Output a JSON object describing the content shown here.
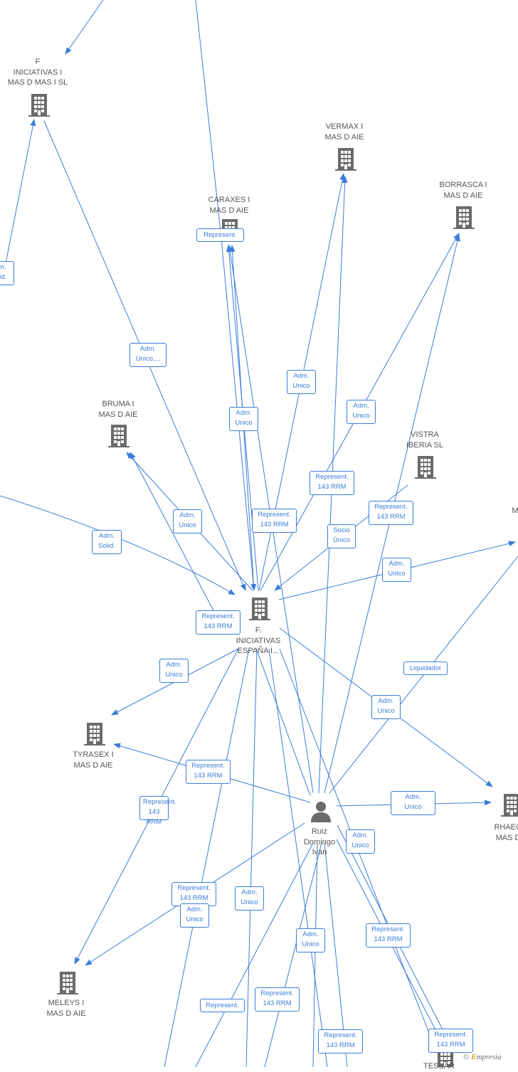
{
  "colors": {
    "edge": "#3b7dd8",
    "icon": "#6b6b6b",
    "label_text": "#555555",
    "brand_accent": "#f29a0d"
  },
  "nodes": [
    {
      "id": "fim",
      "label": "F\nINICIATIVAS I\nMAS D MAS I SL",
      "icon": "building-icon"
    },
    {
      "id": "vermax",
      "label": "VERMAX I\nMAS D  AIE",
      "icon": "building-icon"
    },
    {
      "id": "caraxes",
      "label": "CARAXES I\nMAS D  AIE",
      "icon": "building-icon"
    },
    {
      "id": "borrasca",
      "label": "BORRASCA I\nMAS D  AIE",
      "icon": "building-icon"
    },
    {
      "id": "bruma",
      "label": "BRUMA I\nMAS D  AIE",
      "icon": "building-icon"
    },
    {
      "id": "vistra",
      "label": "VISTRA\nIBERIA  SL",
      "icon": "building-icon"
    },
    {
      "id": "fie",
      "label": "F.\nINICIATIVAS\nESPAÑA I...",
      "icon": "building-icon"
    },
    {
      "id": "tyrasex",
      "label": "TYRASEX I\nMAS D  AIE",
      "icon": "building-icon"
    },
    {
      "id": "ruiz",
      "label": "Ruiz\nDomingo\nIvan",
      "icon": "person-icon"
    },
    {
      "id": "rhaeg",
      "label": "RHAEG\nMAS D",
      "icon": "building-icon"
    },
    {
      "id": "meleys",
      "label": "MELEYS I\nMAS D  AIE",
      "icon": "building-icon"
    },
    {
      "id": "tessar",
      "label": "TESSAR",
      "icon": "building-icon"
    },
    {
      "id": "m_right",
      "label": "M",
      "icon": "none"
    }
  ],
  "edge_labels": [
    {
      "id": "l01",
      "text": "m.\nlid."
    },
    {
      "id": "l02",
      "text": "Represent."
    },
    {
      "id": "l03",
      "text": "Adm.\nUnico,..."
    },
    {
      "id": "l04",
      "text": "Adm.\nUnico"
    },
    {
      "id": "l05",
      "text": "Adm.\nUnico"
    },
    {
      "id": "l06",
      "text": "Adm.\nUnico"
    },
    {
      "id": "l07",
      "text": "Represent.\n143 RRM"
    },
    {
      "id": "l08",
      "text": "Represent.\n143 RRM"
    },
    {
      "id": "l09",
      "text": "Represent.\n143 RRM"
    },
    {
      "id": "l10",
      "text": "Adm.\nUnico"
    },
    {
      "id": "l11",
      "text": "Socio\nÚnico"
    },
    {
      "id": "l12",
      "text": "Adm.\nSolid."
    },
    {
      "id": "l13",
      "text": "Adm.\nUnico"
    },
    {
      "id": "l14",
      "text": "Represent.\n143 RRM"
    },
    {
      "id": "l15",
      "text": "Adm.\nUnico"
    },
    {
      "id": "l16",
      "text": "Liquidador"
    },
    {
      "id": "l17",
      "text": "Adm.\nUnico"
    },
    {
      "id": "l18",
      "text": "Represent.\n143 RRM"
    },
    {
      "id": "l19",
      "text": "Adm.\nUnico"
    },
    {
      "id": "l20",
      "text": "Represent.\n143 RRM"
    },
    {
      "id": "l21",
      "text": "Adm.\nUnico"
    },
    {
      "id": "l22",
      "text": "Represent.\n143 RRM"
    },
    {
      "id": "l23",
      "text": "Adm.\nUnico"
    },
    {
      "id": "l24",
      "text": "Adm.\nUnico"
    },
    {
      "id": "l25",
      "text": "Adm.\nUnico"
    },
    {
      "id": "l26",
      "text": "Represent.\n143 RRM"
    },
    {
      "id": "l27",
      "text": "Represent."
    },
    {
      "id": "l28",
      "text": "Represent.\n143 RRM"
    },
    {
      "id": "l29",
      "text": "Represent.\n143 RRM"
    },
    {
      "id": "l30",
      "text": "Represent.\n143 RRM"
    }
  ],
  "watermark": {
    "copyright": "©",
    "brand_initial": "E",
    "brand_rest": "mpresia"
  }
}
